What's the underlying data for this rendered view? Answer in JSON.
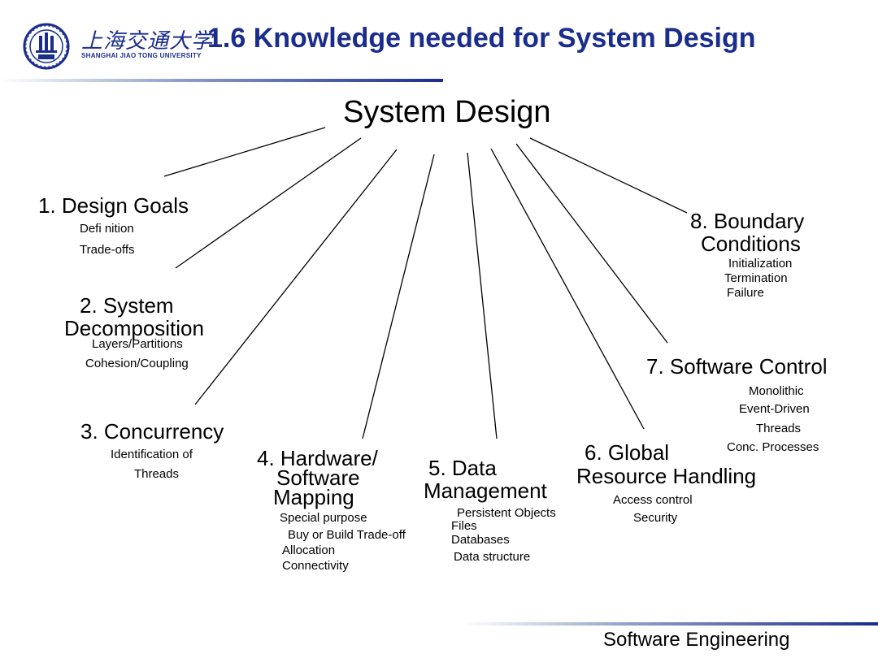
{
  "header": {
    "university_cn": "上海交通大学",
    "university_en": "SHANGHAI JIAO TONG UNIVERSITY",
    "logo_year": "1896",
    "title": "1.6 Knowledge needed for System Design"
  },
  "diagram": {
    "root": "System Design",
    "nodes": [
      {
        "title": [
          "1. Design Goals"
        ],
        "items": [
          "Defi nition",
          "Trade-offs"
        ]
      },
      {
        "title": [
          "2. System",
          "Decomposition"
        ],
        "items": [
          "Layers/Partitions",
          "Cohesion/Coupling"
        ]
      },
      {
        "title": [
          "3. Concurrency"
        ],
        "items": [
          "Identification of",
          "Threads"
        ]
      },
      {
        "title": [
          "4. Hardware/",
          "Software",
          "Mapping"
        ],
        "items": [
          "Special purpose",
          "Buy or Build Trade-off",
          "Allocation",
          "Connectivity"
        ]
      },
      {
        "title": [
          "5. Data",
          "Management"
        ],
        "items": [
          "Persistent Objects",
          "Files",
          "Databases",
          "Data structure"
        ]
      },
      {
        "title": [
          "6. Global",
          "Resource Handling"
        ],
        "items": [
          "Access control",
          "Security"
        ]
      },
      {
        "title": [
          "7. Software Control"
        ],
        "items": [
          "Monolithic",
          "Event-Driven",
          "Threads",
          "Conc. Processes"
        ]
      },
      {
        "title": [
          "8. Boundary",
          "Conditions"
        ],
        "items": [
          "Initialization",
          "Termination",
          "Failure"
        ]
      }
    ]
  },
  "footer": {
    "course": "Software Engineering"
  }
}
